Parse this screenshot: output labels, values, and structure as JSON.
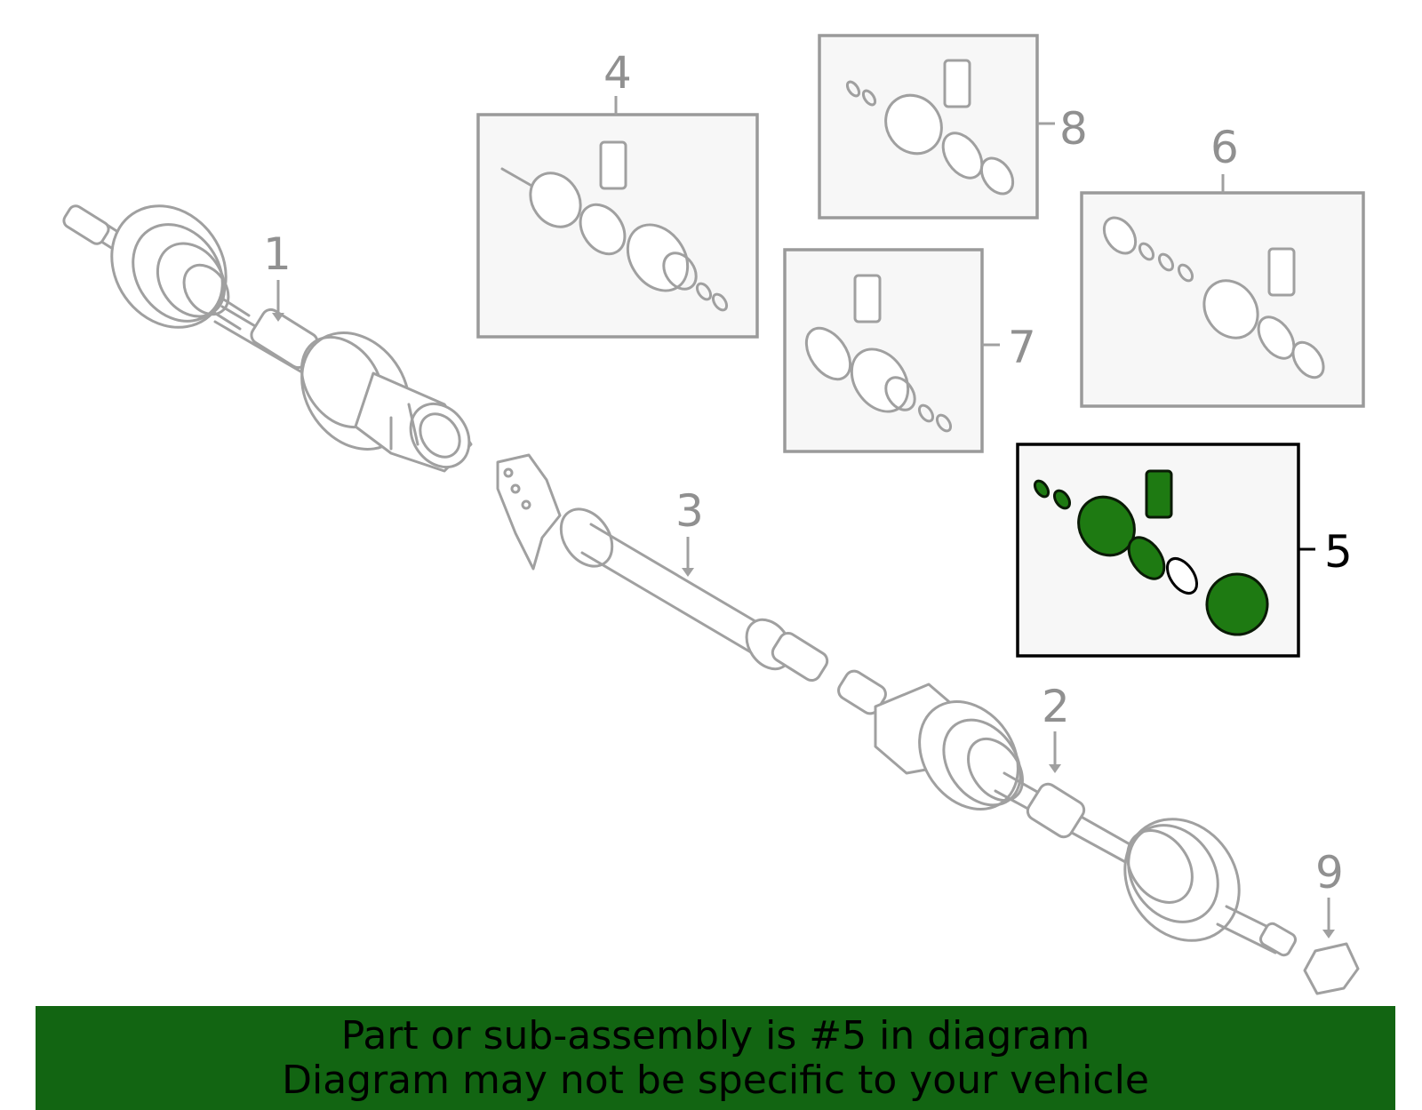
{
  "callouts": {
    "c1": "1",
    "c2": "2",
    "c3": "3",
    "c4": "4",
    "c5": "5",
    "c6": "6",
    "c7": "7",
    "c8": "8",
    "c9": "9"
  },
  "highlight_part": "5",
  "colors": {
    "highlight_fill": "#1e7a12",
    "banner_background": "#126512",
    "line_art": "#a0a0a0"
  },
  "banner": {
    "line1": "Part or sub-assembly is #5 in diagram",
    "line2": "Diagram may not be specific to your vehicle"
  }
}
